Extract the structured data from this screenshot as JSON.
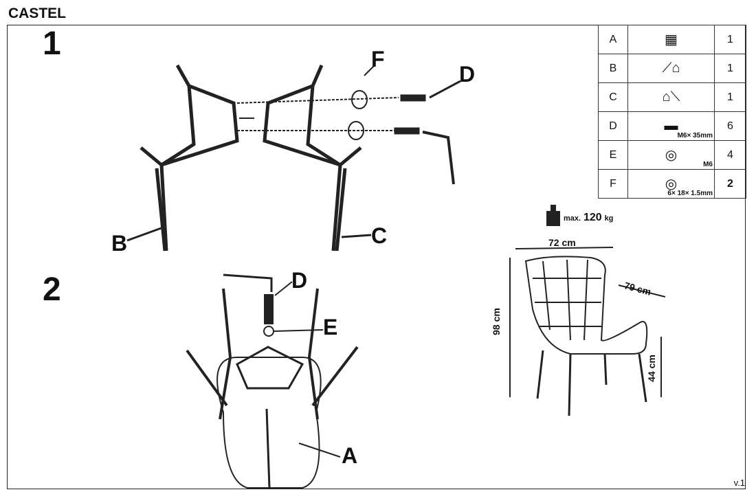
{
  "title": "CASTEL",
  "steps": [
    "1",
    "2"
  ],
  "labels": {
    "A": "A",
    "B": "B",
    "C": "C",
    "D": "D",
    "E": "E",
    "F": "F"
  },
  "parts": [
    {
      "letter": "A",
      "spec": "",
      "qty": "1",
      "icon": "seat-icon"
    },
    {
      "letter": "B",
      "spec": "",
      "qty": "1",
      "icon": "left-frame-icon"
    },
    {
      "letter": "C",
      "spec": "",
      "qty": "1",
      "icon": "right-frame-icon"
    },
    {
      "letter": "D",
      "spec": "M6× 35mm",
      "qty": "6",
      "icon": "bolt-icon"
    },
    {
      "letter": "E",
      "spec": "M6",
      "qty": "4",
      "icon": "spring-washer-icon"
    },
    {
      "letter": "F",
      "spec": "6× 18× 1.5mm",
      "qty": "2",
      "icon": "washer-icon"
    }
  ],
  "max_load": {
    "prefix": "max.",
    "value": "120",
    "unit": "kg"
  },
  "dimensions": {
    "width": "72 cm",
    "depth": "79 cm",
    "height": "98 cm",
    "seat_height": "44 cm"
  },
  "version": "v.1"
}
